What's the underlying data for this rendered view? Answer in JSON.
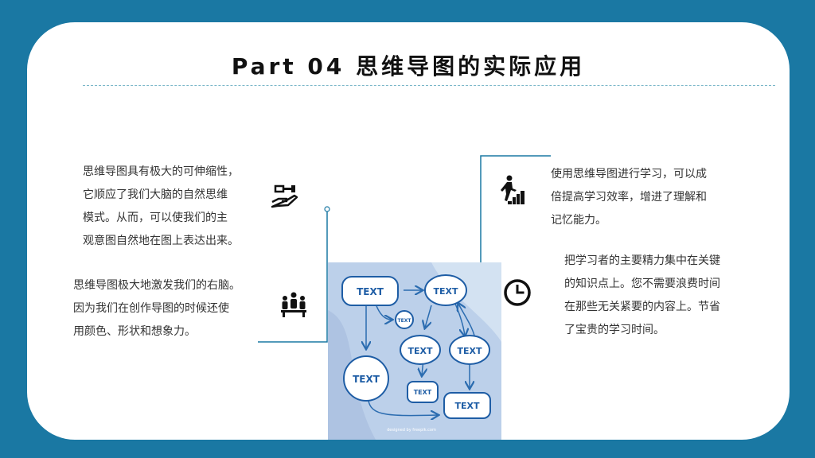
{
  "header": {
    "title": "Part 04 思维导图的实际应用"
  },
  "blocks": [
    {
      "lines": [
        "思维导图具有极大的可伸缩性，",
        "它顺应了我们大脑的自然思维",
        "模式。从而，可以使我们的主",
        "观意图自然地在图上表达出来。"
      ],
      "icon": "hand-holding-key-icon"
    },
    {
      "lines": [
        "思维导图极大地激发我们的右脑。",
        "因为我们在创作导图的时候还使",
        "用颜色、形状和想象力。"
      ],
      "icon": "people-group-icon"
    },
    {
      "lines": [
        "使用思维导图进行学习，可以成",
        "倍提高学习效率，增进了理解和",
        "记忆能力。"
      ],
      "icon": "climbing-stairs-icon"
    },
    {
      "lines": [
        "把学习者的主要精力集中在关键",
        "的知识点上。您不需要浪费时间",
        "在那些无关紧要的内容上。节省",
        "了宝贵的学习时间。"
      ],
      "icon": "clock-icon"
    }
  ],
  "mindmap": {
    "node_text": "TEXT",
    "credit": "designed by freepik.com"
  },
  "colors": {
    "background": "#1a78a3",
    "accent_line": "#1a78a3",
    "node_ink": "#1e5da5"
  }
}
